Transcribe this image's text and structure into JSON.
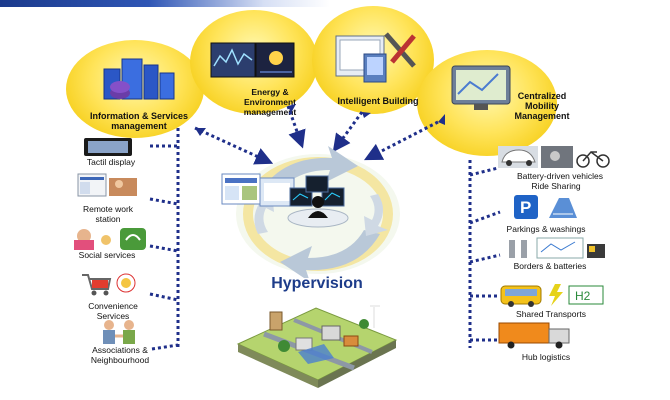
{
  "categories": {
    "info": "Information & Services management",
    "energy": "Energy & Environment management",
    "building": "Intelligent Building",
    "mobility": "Centralized Mobility Management"
  },
  "left_items": [
    "Tactil display",
    "Remote work station",
    "Social services",
    "Convenience Services",
    "Associations & Neighbourhood"
  ],
  "right_items": [
    "Battery-driven vehicles",
    "Ride Sharing",
    "Parkings & washings",
    "Borders & batteries",
    "Shared Transports",
    "Hub logistics"
  ],
  "center": {
    "title": "Hypervision"
  },
  "icon_text": {
    "h2": "H2"
  },
  "colors": {
    "bubble": "#f5cc12",
    "dots": "#1f2f8a",
    "title": "#1d3c8a"
  }
}
